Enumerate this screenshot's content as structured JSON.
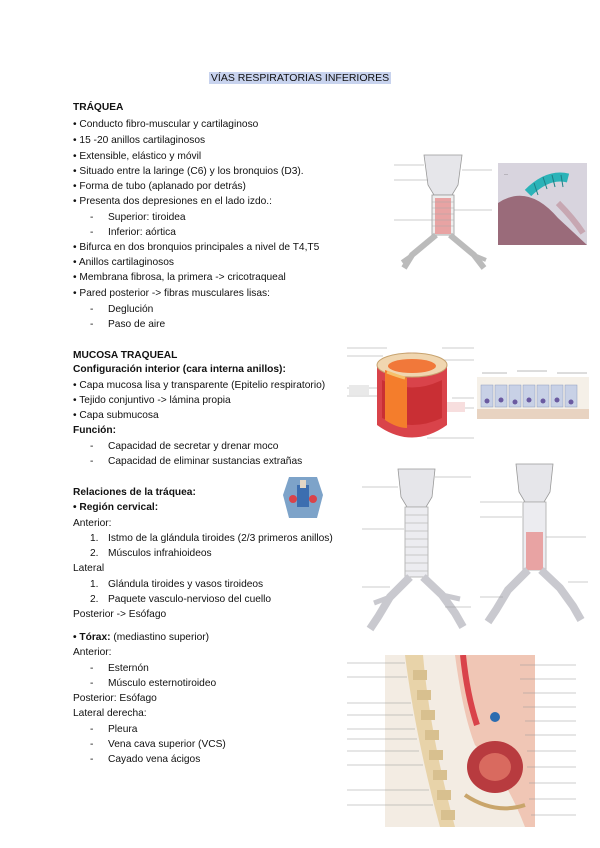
{
  "title": "VÍAS RESPIRATORIAS INFERIORES",
  "traquea": {
    "heading": "TRÁQUEA",
    "bullets": [
      "• Conducto fibro-muscular y cartilaginoso",
      "• 15 -20 anillos cartilaginosos",
      "• Extensible, elástico y móvil",
      "• Situado entre la laringe (C6) y los bronquios (D3).",
      "• Forma de tubo (aplanado por detrás)",
      "• Presenta dos depresiones en el lado izdo.:"
    ],
    "depresiones": [
      "Superior: tiroidea",
      "Inferior: aórtica"
    ],
    "bullets2": [
      "• Bifurca en dos bronquios principales a nivel de T4,T5",
      "• Anillos cartilaginosos",
      "• Membrana fibrosa, la primera -> cricotraqueal",
      "• Pared posterior -> fibras musculares lisas:"
    ],
    "funciones_pared": [
      "Deglución",
      "Paso de aire"
    ]
  },
  "mucosa": {
    "heading": "MUCOSA TRAQUEAL",
    "subheading": "Configuración interior (cara interna anillos):",
    "bullets": [
      "• Capa mucosa lisa y transparente (Epitelio respiratorio)",
      "• Tejido conjuntivo -> lámina propia",
      "• Capa submucosa"
    ],
    "funcion_heading": "Función:",
    "funciones": [
      "Capacidad de secretar y drenar moco",
      "Capacidad de eliminar sustancias extrañas"
    ]
  },
  "relaciones": {
    "heading": "Relaciones de la tráquea:",
    "cervical_heading": "• Región cervical:",
    "anterior_label": "Anterior:",
    "anterior_items": [
      "Istmo de la glándula tiroides (2/3 primeros anillos)",
      "Músculos infrahioideos"
    ],
    "lateral_label": "Lateral",
    "lateral_items": [
      "Glándula tiroides y vasos tiroideos",
      "Paquete vasculo-nervioso del cuello"
    ],
    "posterior": "Posterior -> Esófago",
    "torax_heading": "• Tórax:",
    "torax_note": " (mediastino superior)",
    "torax_anterior_label": "Anterior:",
    "torax_anterior_items": [
      "Esternón",
      "Músculo esternotiroideo"
    ],
    "torax_posterior": "Posterior: Esófago",
    "torax_lateral_label": "Lateral derecha:",
    "torax_lateral_items": [
      "Pleura",
      "Vena cava superior (VCS)",
      "Cayado vena ácigos"
    ]
  },
  "colors": {
    "cartilage": "#e8e8ec",
    "muscle": "#d9434a",
    "highlight": "#c8d3ee",
    "teal": "#2bb3b8"
  }
}
